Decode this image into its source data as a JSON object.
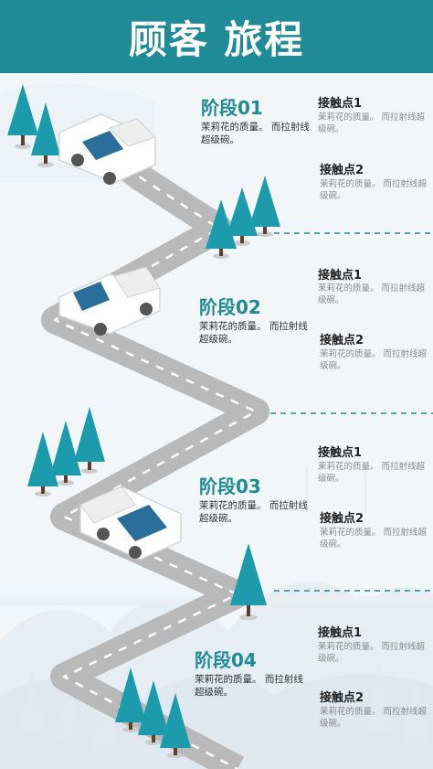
{
  "header": {
    "title": "顾客 旅程"
  },
  "stages": [
    {
      "title": "阶段01",
      "desc": "茉莉花的质量。 而拉射线超级碗。",
      "touchpoints": [
        {
          "title": "接触点1",
          "desc": "茉莉花的质量。 而拉射线超级碗。"
        },
        {
          "title": "接触点2",
          "desc": "茉莉花的质量。 而拉射线超级碗。"
        }
      ]
    },
    {
      "title": "阶段02",
      "desc": "茉莉花的质量。 而拉射线超级碗。",
      "touchpoints": [
        {
          "title": "接触点1",
          "desc": "茉莉花的质量。 而拉射线超级碗。"
        },
        {
          "title": "接触点2",
          "desc": "茉莉花的质量。 而拉射线超级碗。"
        }
      ]
    },
    {
      "title": "阶段03",
      "desc": "茉莉花的质量。 而拉射线超级碗。",
      "touchpoints": [
        {
          "title": "接触点1",
          "desc": "茉莉花的质量。 而拉射线超级碗。"
        },
        {
          "title": "接触点2",
          "desc": "茉莉花的质量。 而拉射线超级碗。"
        }
      ]
    },
    {
      "title": "阶段04",
      "desc": "茉莉花的质量。 而拉射线超级碗。",
      "touchpoints": [
        {
          "title": "接触点1",
          "desc": "茉莉花的质量。 而拉射线超级碗。"
        },
        {
          "title": "接触点2",
          "desc": "茉莉花的质量。 而拉射线超级碗。"
        }
      ]
    }
  ],
  "colors": {
    "accent": "#1f8b96",
    "road": "#b8b8b8",
    "tree": "#1b9bab",
    "car_window": "#2a6f9a",
    "background": "#f3f6f9"
  }
}
